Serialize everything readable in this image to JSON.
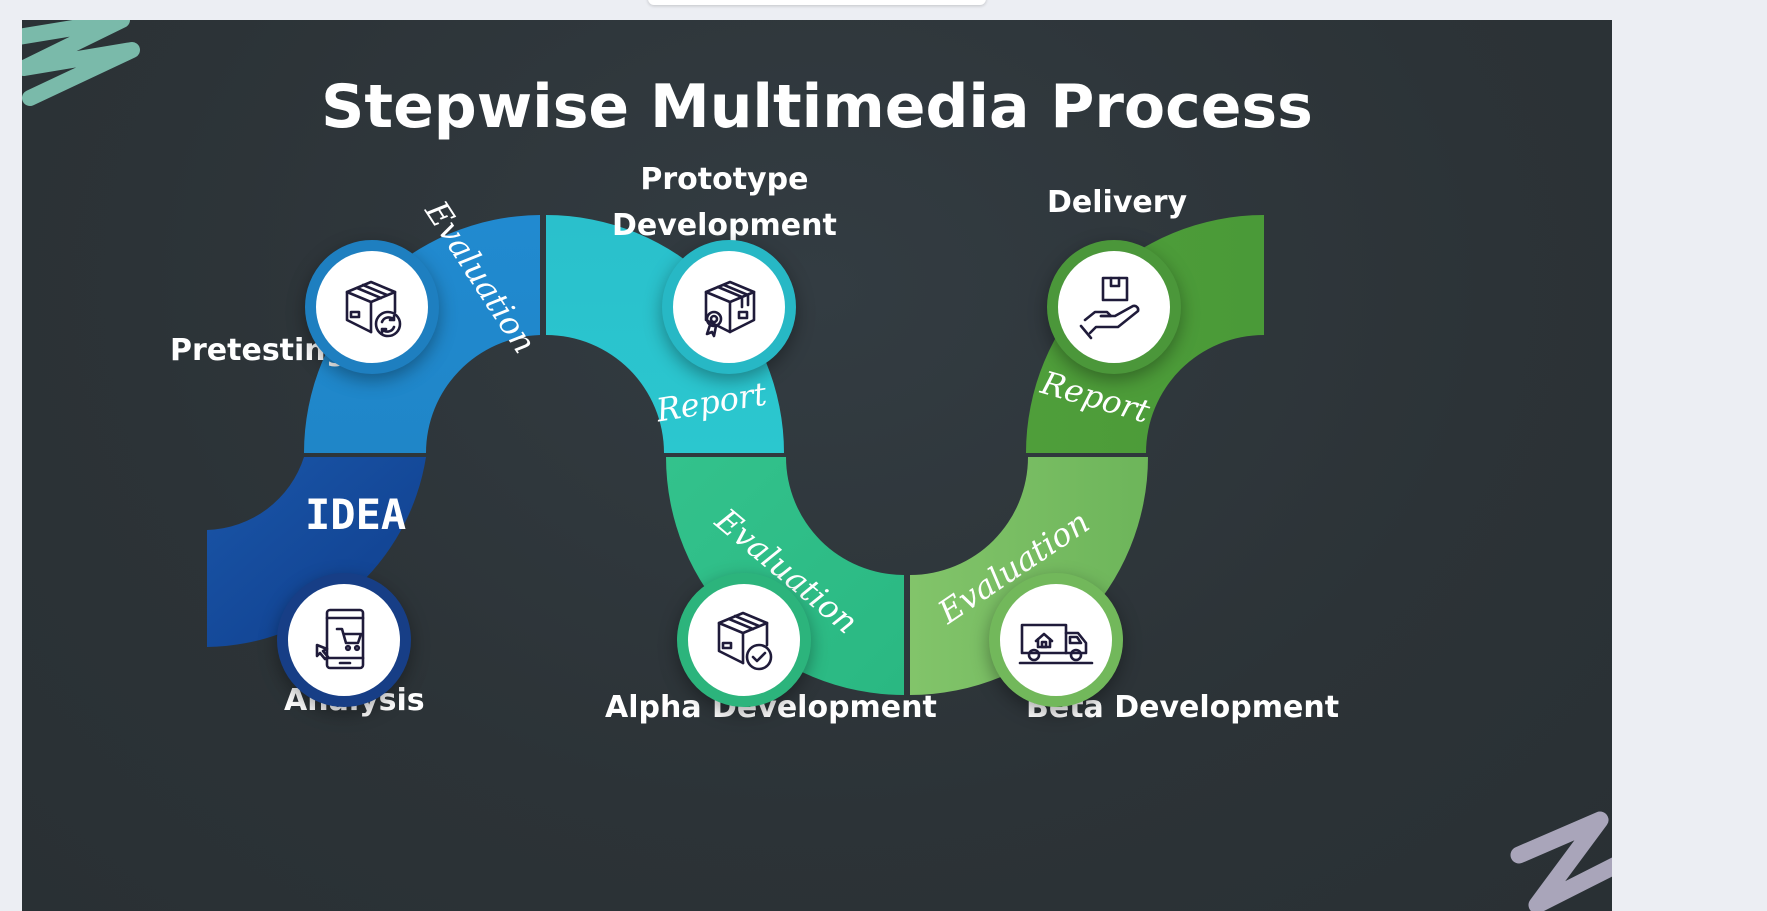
{
  "title": "Stepwise Multimedia Process",
  "colors": {
    "background": "#2d3438",
    "idea_navy": "#15479a",
    "pretest_blue": "#2188cc",
    "prototype_cyan": "#2cc3cd",
    "alpha_teal": "#2ebf85",
    "beta_lightgreen": "#78bd60",
    "delivery_green": "#4e9b3a"
  },
  "stages": [
    {
      "label": "Analysis",
      "icon": "phone-cart-icon"
    },
    {
      "label": "Pretesting",
      "icon": "box-refresh-icon"
    },
    {
      "label": "Prototype\nDevelopment",
      "icon": "box-award-icon"
    },
    {
      "label": "Alpha Development",
      "icon": "box-check-icon"
    },
    {
      "label": "Beta Development",
      "icon": "delivery-truck-icon"
    },
    {
      "label": "Delivery",
      "icon": "hand-box-icon"
    }
  ],
  "band_labels": {
    "idea": "IDEA",
    "evaluation_1": "Evaluation",
    "report_1": "Report",
    "evaluation_2": "Evaluation",
    "evaluation_3": "Evaluation",
    "report_2": "Report"
  }
}
